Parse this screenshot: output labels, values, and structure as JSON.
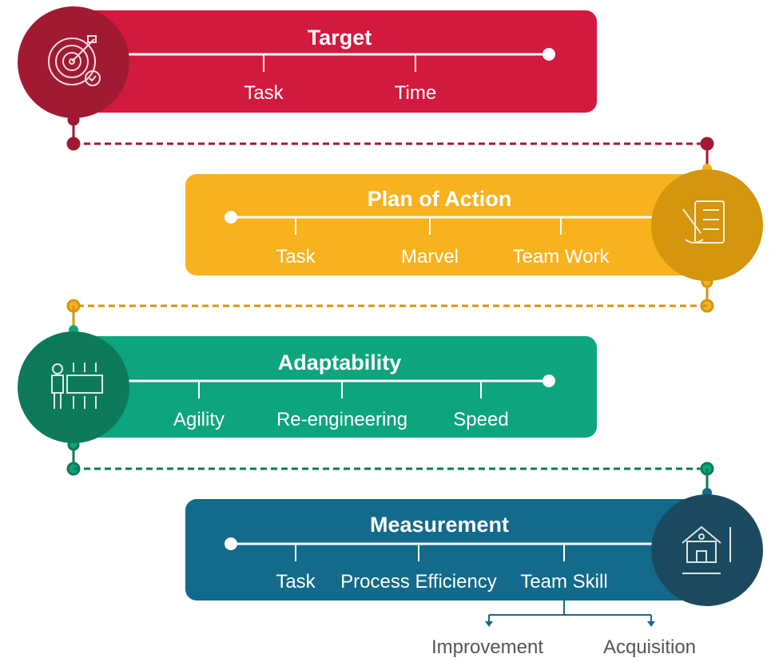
{
  "stages": [
    {
      "title": "Target",
      "items": [
        "Task",
        "Time"
      ],
      "icon": "target-icon",
      "bar_color": "#D21A3E",
      "circle_color": "#A11A33"
    },
    {
      "title": "Plan of Action",
      "items": [
        "Task",
        "Marvel",
        "Team Work"
      ],
      "icon": "checklist-icon",
      "bar_color": "#F7B21D",
      "circle_color": "#D4950F"
    },
    {
      "title": "Adaptability",
      "items": [
        "Agility",
        "Re-engineering",
        "Speed"
      ],
      "icon": "person-adjust-icon",
      "bar_color": "#0CA57D",
      "circle_color": "#0C7A5A"
    },
    {
      "title": "Measurement",
      "items": [
        "Task",
        "Process Efficiency",
        "Team Skill"
      ],
      "icon": "house-measure-icon",
      "bar_color": "#136A8A",
      "circle_color": "#1B4A60"
    }
  ],
  "team_skill_branches": [
    "Improvement",
    "Acquisition"
  ]
}
